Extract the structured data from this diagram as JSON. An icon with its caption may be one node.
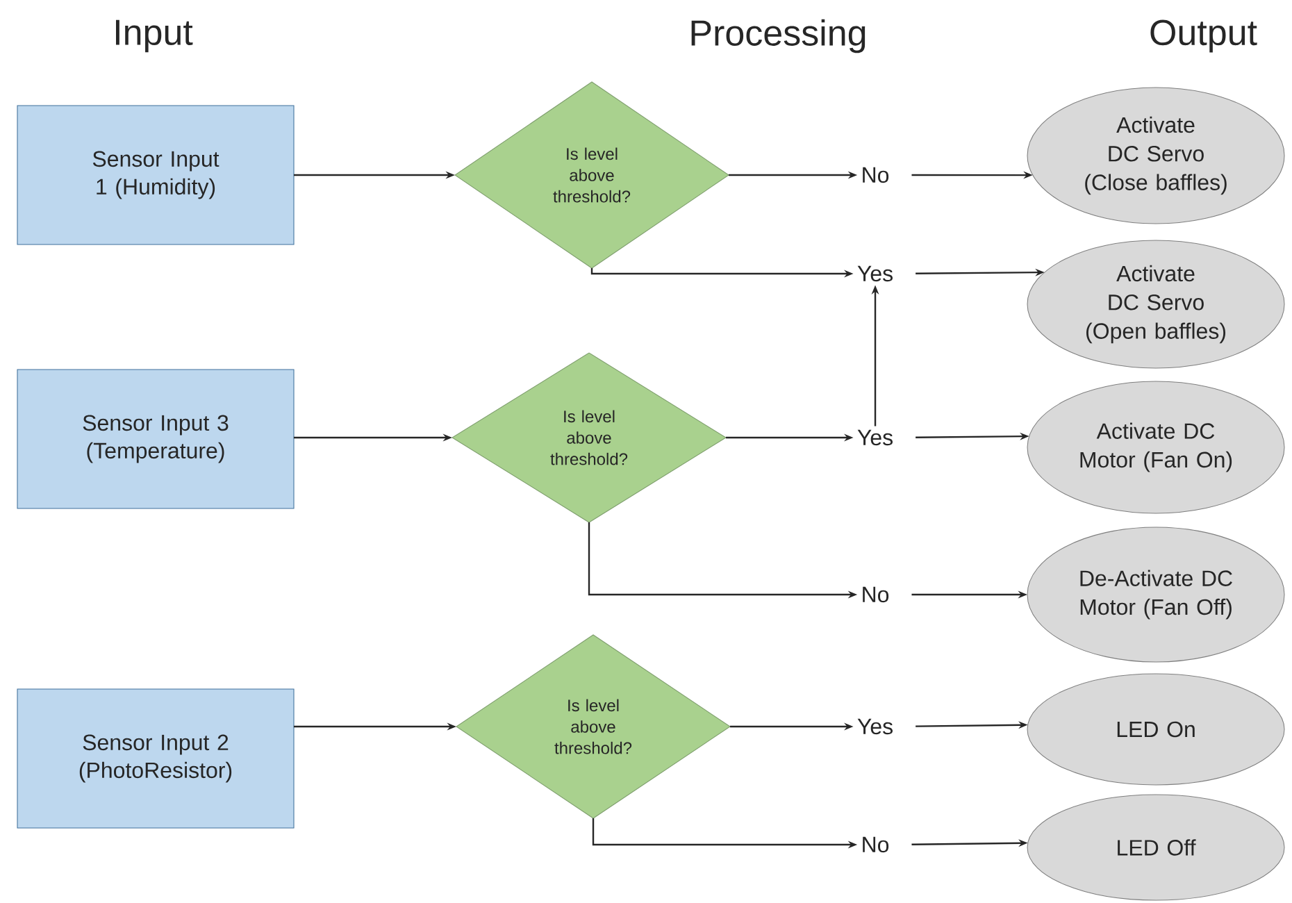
{
  "diagram": {
    "nodes": [
      {
        "text": [
          "Sensor Input 1 (Humidity)"
        ]
      },
      {
        "text": [
          "Is level above threshold?"
        ]
      },
      {
        "text": [
          "No"
        ]
      },
      {
        "text": [
          "Activate DC Servo (Close baffles)"
        ]
      },
      {
        "text": [
          "Yes"
        ]
      },
      {
        "text": [
          "Activate DC Servo (Open baffles)"
        ]
      },
      {
        "text": [
          "Sensor Input 3 (Temperature)"
        ]
      },
      {
        "text": [
          "Is level above threshold?"
        ]
      },
      {
        "text": [
          "Yes"
        ]
      },
      {
        "text": [
          "Activate DC Motor (Fan On)"
        ]
      },
      {
        "text": [
          "No"
        ]
      },
      {
        "text": [
          "De-Activate DC Motor (Fan Off)"
        ]
      },
      {
        "text": [
          "Sensor Input 2 (PhotoResistor)"
        ]
      },
      {
        "text": [
          "Is level above threshold?"
        ]
      },
      {
        "text": [
          "Yes"
        ]
      },
      {
        "text": [
          "LED On"
        ]
      },
      {
        "text": [
          "No"
        ]
      },
      {
        "text": [
          "LED Off"
        ]
      }
    ],
    "edges": [
      {
        "from": 0,
        "to": 1,
        "arrow": "to"
      },
      {
        "from": 1,
        "to": 2,
        "arrow": "to"
      },
      {
        "from": 1,
        "to": 4,
        "arrow": "to"
      },
      {
        "from": 2,
        "to": 3,
        "arrow": "to"
      },
      {
        "from": 4,
        "to": 5,
        "arrow": "to"
      },
      {
        "from": 6,
        "to": 7,
        "arrow": "to"
      },
      {
        "from": 7,
        "to": 8,
        "arrow": "to"
      },
      {
        "from": 8,
        "to": 4,
        "arrow": "to"
      },
      {
        "from": 7,
        "to": 10,
        "arrow": "to"
      },
      {
        "from": 8,
        "to": 9,
        "arrow": "to"
      },
      {
        "from": 10,
        "to": 11,
        "arrow": "to"
      },
      {
        "from": 12,
        "to": 13,
        "arrow": "to"
      },
      {
        "from": 13,
        "to": 14,
        "arrow": "to"
      },
      {
        "from": 13,
        "to": 16,
        "arrow": "to"
      },
      {
        "from": 14,
        "to": 15,
        "arrow": "to"
      },
      {
        "from": 16,
        "to": 17,
        "arrow": "to"
      }
    ],
    "labels": [
      "Input",
      "Processing",
      "Output"
    ]
  }
}
